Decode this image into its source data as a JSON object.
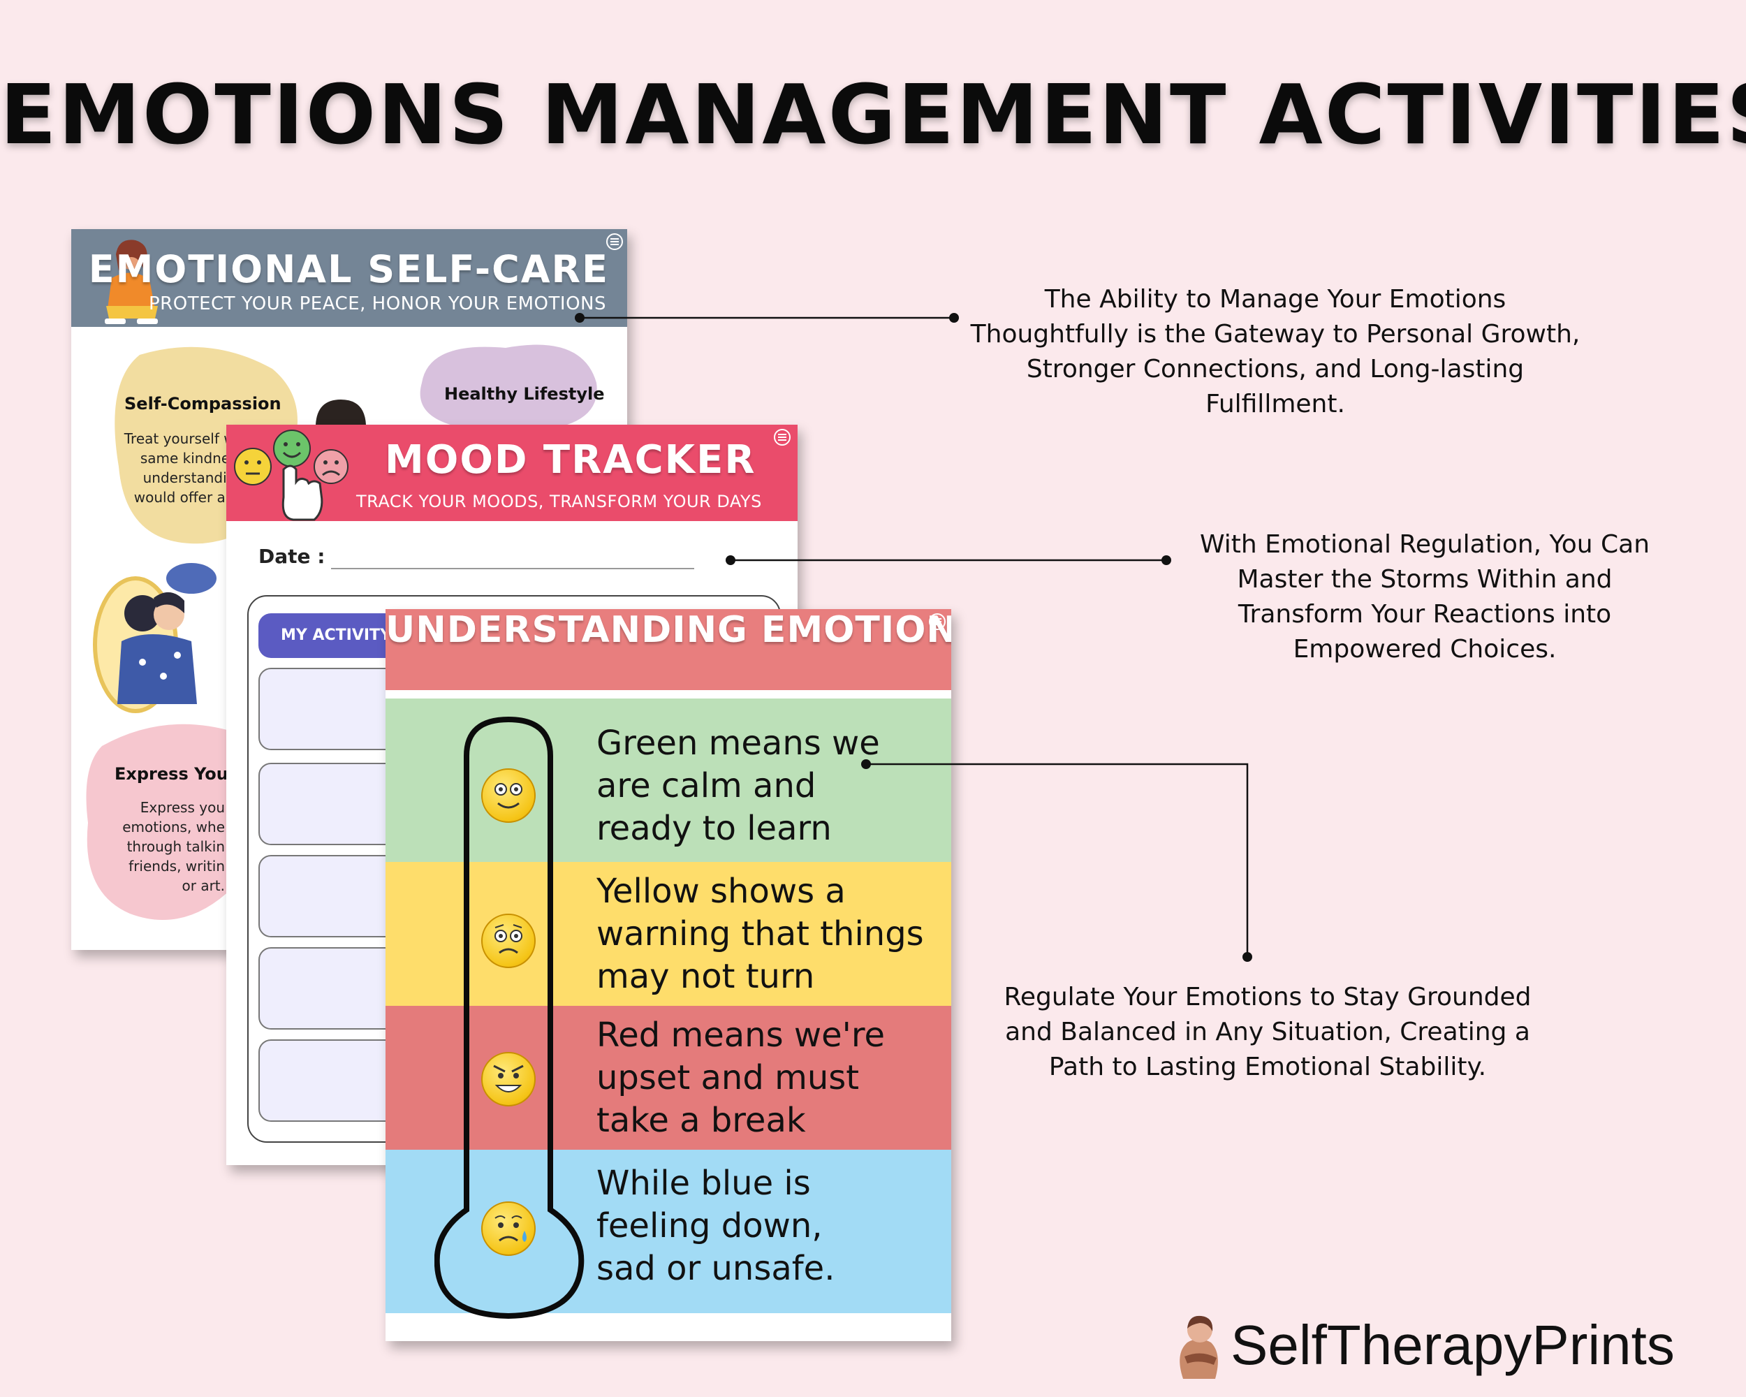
{
  "page": {
    "title": "EMOTIONS MANAGEMENT ACTIVITIES",
    "background_color": "#fbe9ec"
  },
  "sheets": {
    "self_care": {
      "title": "EMOTIONAL SELF-CARE",
      "subtitle": "PROTECT YOUR PEACE, HONOR YOUR EMOTIONS",
      "header_color": "#748596",
      "sections": [
        {
          "title": "Self-Compassion",
          "text": "Treat yourself wit\nsame kindness\nunderstanding\nwould offer a fri",
          "color": "#f2dda0"
        },
        {
          "title": "Healthy Lifestyle",
          "text": "",
          "color": "#d8c1dd"
        },
        {
          "title": "Express Yours",
          "text": "Express you\nemotions, whe\nthrough talkin\nfriends, writin\nor art.",
          "color": "#f6c7cf"
        }
      ]
    },
    "mood_tracker": {
      "title": "MOOD TRACKER",
      "subtitle": "TRACK YOUR MOODS, TRANSFORM YOUR DAYS",
      "header_color": "#ea4c6b",
      "date_label": "Date :",
      "activity_label": "MY ACTIVITY"
    },
    "understanding": {
      "title": "UNDERSTANDING EMOTIONS",
      "header_color": "#e87e7e",
      "bands": [
        {
          "text": "Green means we\nare calm and\nready to learn",
          "color": "#bce0b8",
          "icon": "calm-face-icon"
        },
        {
          "text": "Yellow shows a\nwarning that things\nmay not turn",
          "color": "#fedd6b",
          "icon": "worried-face-icon"
        },
        {
          "text": "Red means we're\nupset and must\ntake a break",
          "color": "#e47b7b",
          "icon": "angry-face-icon"
        },
        {
          "text": "While blue is\nfeeling down,\nsad or unsafe.",
          "color": "#a2dbf5",
          "icon": "sad-face-icon"
        }
      ]
    }
  },
  "callouts": [
    {
      "text": "The Ability to Manage Your Emotions\nThoughtfully is the Gateway to Personal Growth,\nStronger Connections, and Long-lasting\nFulfillment."
    },
    {
      "text": "With Emotional Regulation, You Can\nMaster the Storms Within and\nTransform Your Reactions into\nEmpowered Choices."
    },
    {
      "text": "Regulate Your Emotions to Stay Grounded\nand Balanced in Any Situation, Creating a\nPath to Lasting Emotional Stability."
    }
  ],
  "brand": {
    "name": "SelfTherapyPrints",
    "icon": "person-hugging-icon"
  }
}
